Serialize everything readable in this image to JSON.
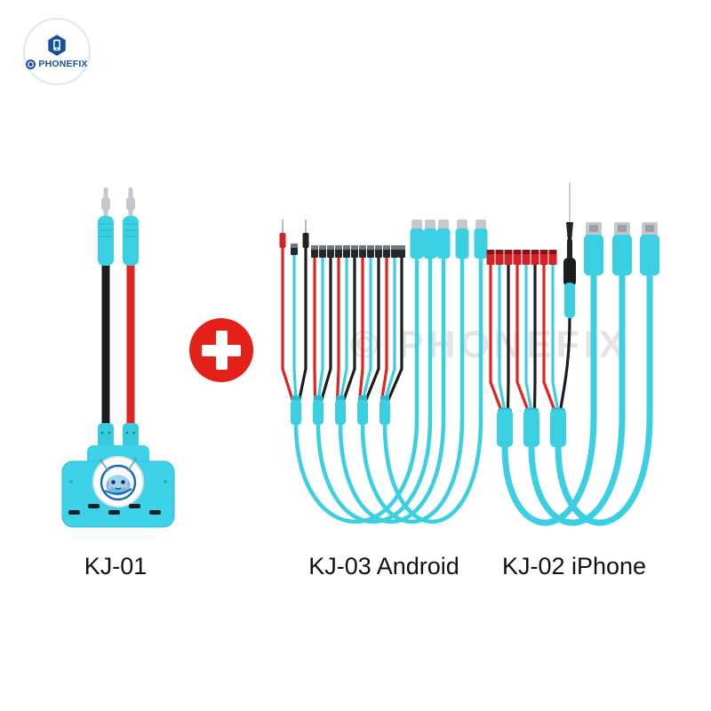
{
  "page": {
    "background": "#ffffff"
  },
  "logo": {
    "brand": "PHONEFIX"
  },
  "watermark": {
    "text": "© PHONEFIX"
  },
  "plus": {
    "symbol": "+"
  },
  "products": [
    {
      "id": "KJ-01",
      "label": "KJ-01"
    },
    {
      "id": "KJ-03",
      "label": "KJ-03 Android"
    },
    {
      "id": "KJ-02",
      "label": "KJ-02 iPhone"
    }
  ],
  "colors": {
    "brand_blue": "#1b4f9e",
    "cyan": "#3bcfe2",
    "teal_body": "#3ed2e8",
    "teal_dark": "#27bdd8",
    "wire_red": "#e02420",
    "wire_black": "#1d1d1f",
    "metal": "#c4c8cc",
    "plus_red": "#e32119",
    "watermark_gray": "#e4e4e4",
    "label_black": "#111111",
    "connector_dark": "#23272b",
    "connector_red": "#d2232a"
  }
}
